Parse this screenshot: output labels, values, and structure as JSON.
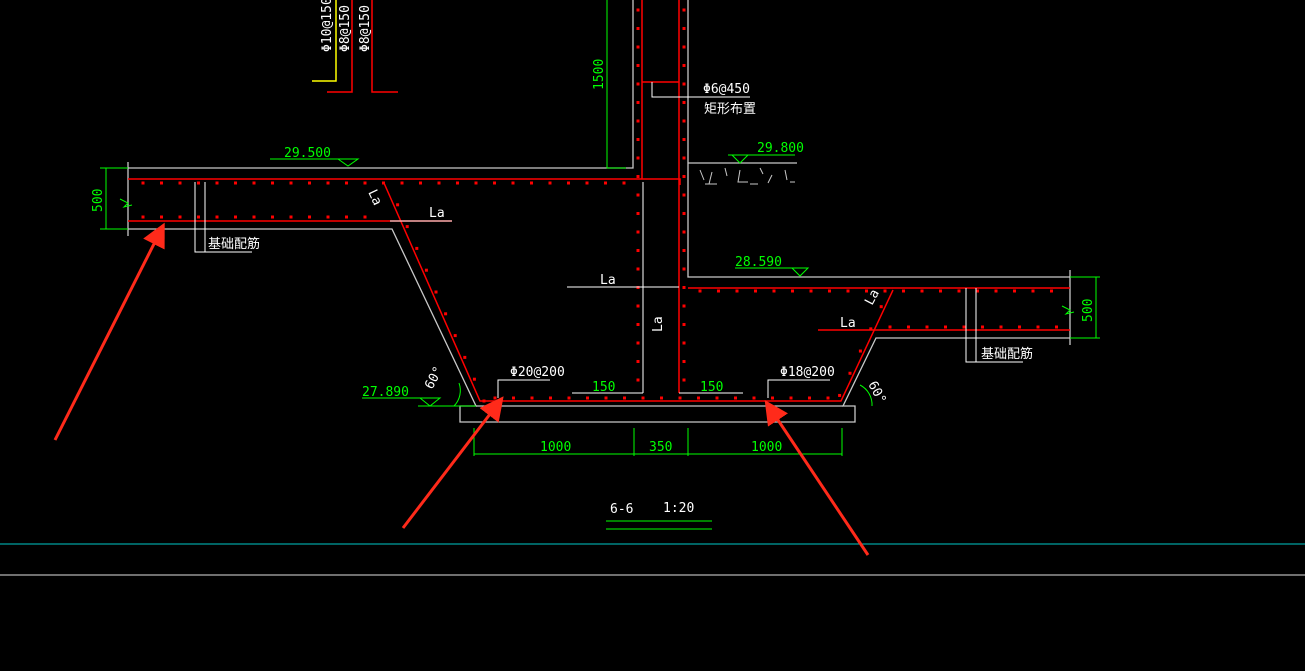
{
  "drawing": {
    "title": "6-6",
    "scale": "1:20",
    "elevations": [
      "29.500",
      "29.800",
      "28.590",
      "27.890"
    ],
    "dimensions": {
      "wall_height": "1500",
      "left_slab_thickness": "500",
      "right_slab_thickness": "500",
      "bottom_left": "1000",
      "bottom_middle": "350",
      "bottom_right": "1000",
      "lap_left": "150",
      "lap_right": "150"
    },
    "rebar_labels": {
      "wall_stirrup": "Φ6@450",
      "wall_stirrup_note": "矩形布置",
      "bottom_left": "Φ20@200",
      "bottom_right": "Φ18@200",
      "foundation_left": "基础配筋",
      "foundation_right": "基础配筋",
      "upper_1": "Φ10@150",
      "upper_2": "Φ8@150",
      "upper_3": "Φ8@150"
    },
    "anchorage_label": "La",
    "angle_label": "60°",
    "colors": {
      "rebar": "#ff0000",
      "dimension": "#00ff00",
      "outline": "#c8c8c8",
      "arrow": "#ff2a1a",
      "cyan": "#00c8c8"
    }
  }
}
